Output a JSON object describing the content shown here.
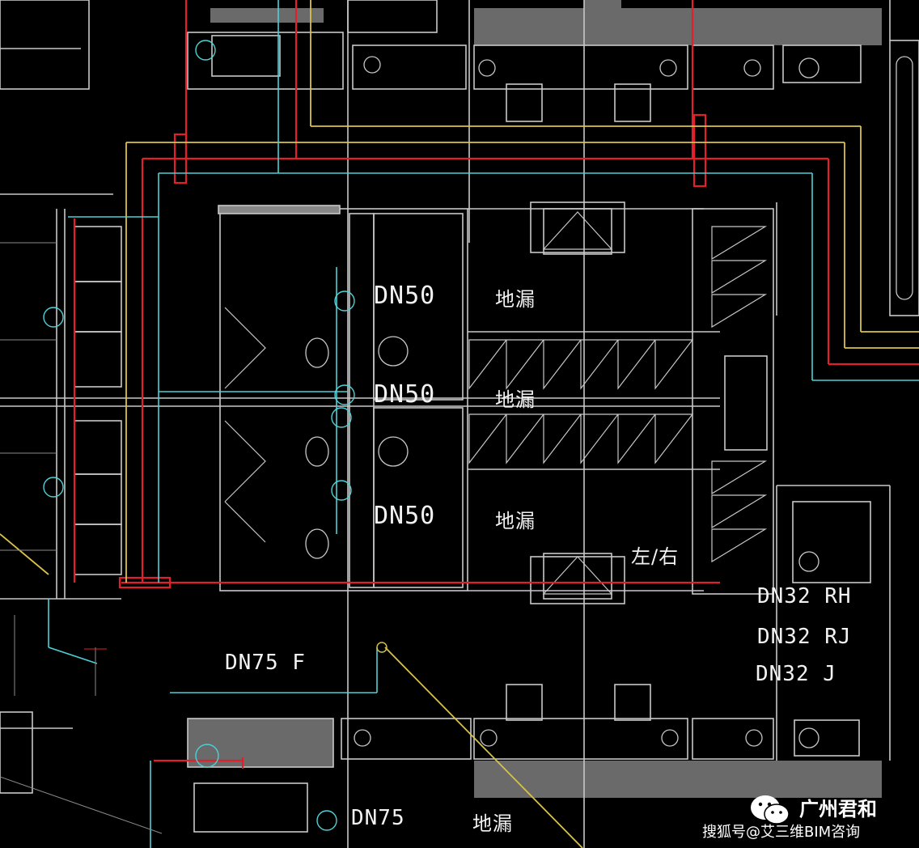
{
  "colors": {
    "background": "#000000",
    "wall": "#c8c8c8",
    "red_pipe": "#e0202a",
    "cyan_pipe": "#4fd0d6",
    "yellow_pipe": "#d8c24a",
    "gray_slab": "#6a6a6a",
    "text": "#f2f2f2"
  },
  "labels": {
    "dn50_1": "DN50",
    "dn50_2": "DN50",
    "dn50_3": "DN50",
    "floor_drain_1": "地漏",
    "floor_drain_2": "地漏",
    "floor_drain_3": "地漏",
    "left_right": "左/右",
    "dn75_f": "DN75 F",
    "dn32_rh": "DN32 RH",
    "dn32_rj": "DN32 RJ",
    "dn32_j": "DN32 J",
    "dn75_bottom": "DN75",
    "floor_drain_bottom": "地漏"
  },
  "watermark": {
    "brand": "广州君和",
    "source": "搜狐号@艾三维BIM咨询"
  },
  "icons": [
    "wechat-logo-icon"
  ]
}
